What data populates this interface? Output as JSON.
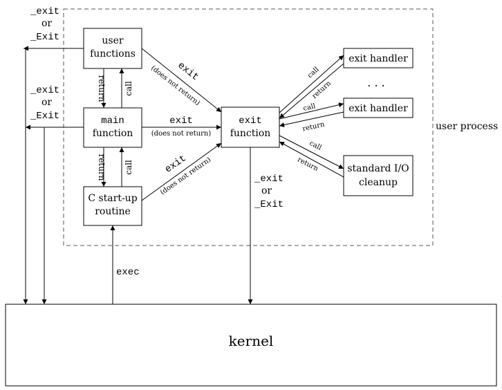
{
  "colors": {
    "line": "#000000",
    "background": "#ffffff",
    "dashed_border": "#555555"
  },
  "region": {
    "user_process_label": "user process"
  },
  "boxes": {
    "user_functions": [
      "user",
      "functions"
    ],
    "main_function": [
      "main",
      "function"
    ],
    "startup": [
      "C start-up",
      "routine"
    ],
    "exit_function": [
      "exit",
      "function"
    ],
    "exit_handler_1": "exit handler",
    "exit_handler_2": "exit handler",
    "stdio_cleanup": [
      "standard I/O",
      "cleanup"
    ],
    "kernel": "kernel"
  },
  "ellipsis": ". . .",
  "labels": {
    "left_exit_top": [
      "_exit",
      "or",
      "_Exit"
    ],
    "left_exit_mid": [
      "_exit",
      "or",
      "_Exit"
    ],
    "exit_fn_to_kernel": [
      "_exit",
      "or",
      "_Exit"
    ],
    "exec": "exec",
    "return": "return",
    "call": "call",
    "exit": "exit",
    "does_not_return": "(does not return)"
  }
}
